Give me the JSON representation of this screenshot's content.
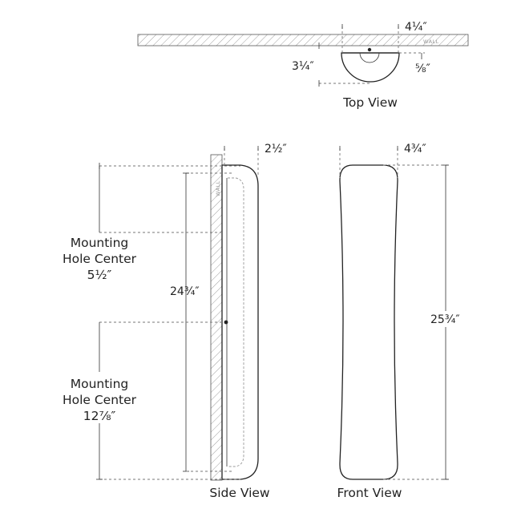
{
  "top_view": {
    "label": "Top View",
    "wall_label": "WALL",
    "dim_width": "4¼″",
    "dim_depth": "3¼″",
    "dim_offset": "⅝″"
  },
  "side_view": {
    "label": "Side View",
    "wall_label": "WALL",
    "dim_depth": "2½″",
    "dim_height": "24¾″",
    "mounting_top": {
      "line1": "Mounting",
      "line2": "Hole Center",
      "value": "5½″"
    },
    "mounting_bottom": {
      "line1": "Mounting",
      "line2": "Hole Center",
      "value": "12⅞″"
    }
  },
  "front_view": {
    "label": "Front View",
    "dim_width": "4¾″",
    "dim_height": "25¾″"
  }
}
